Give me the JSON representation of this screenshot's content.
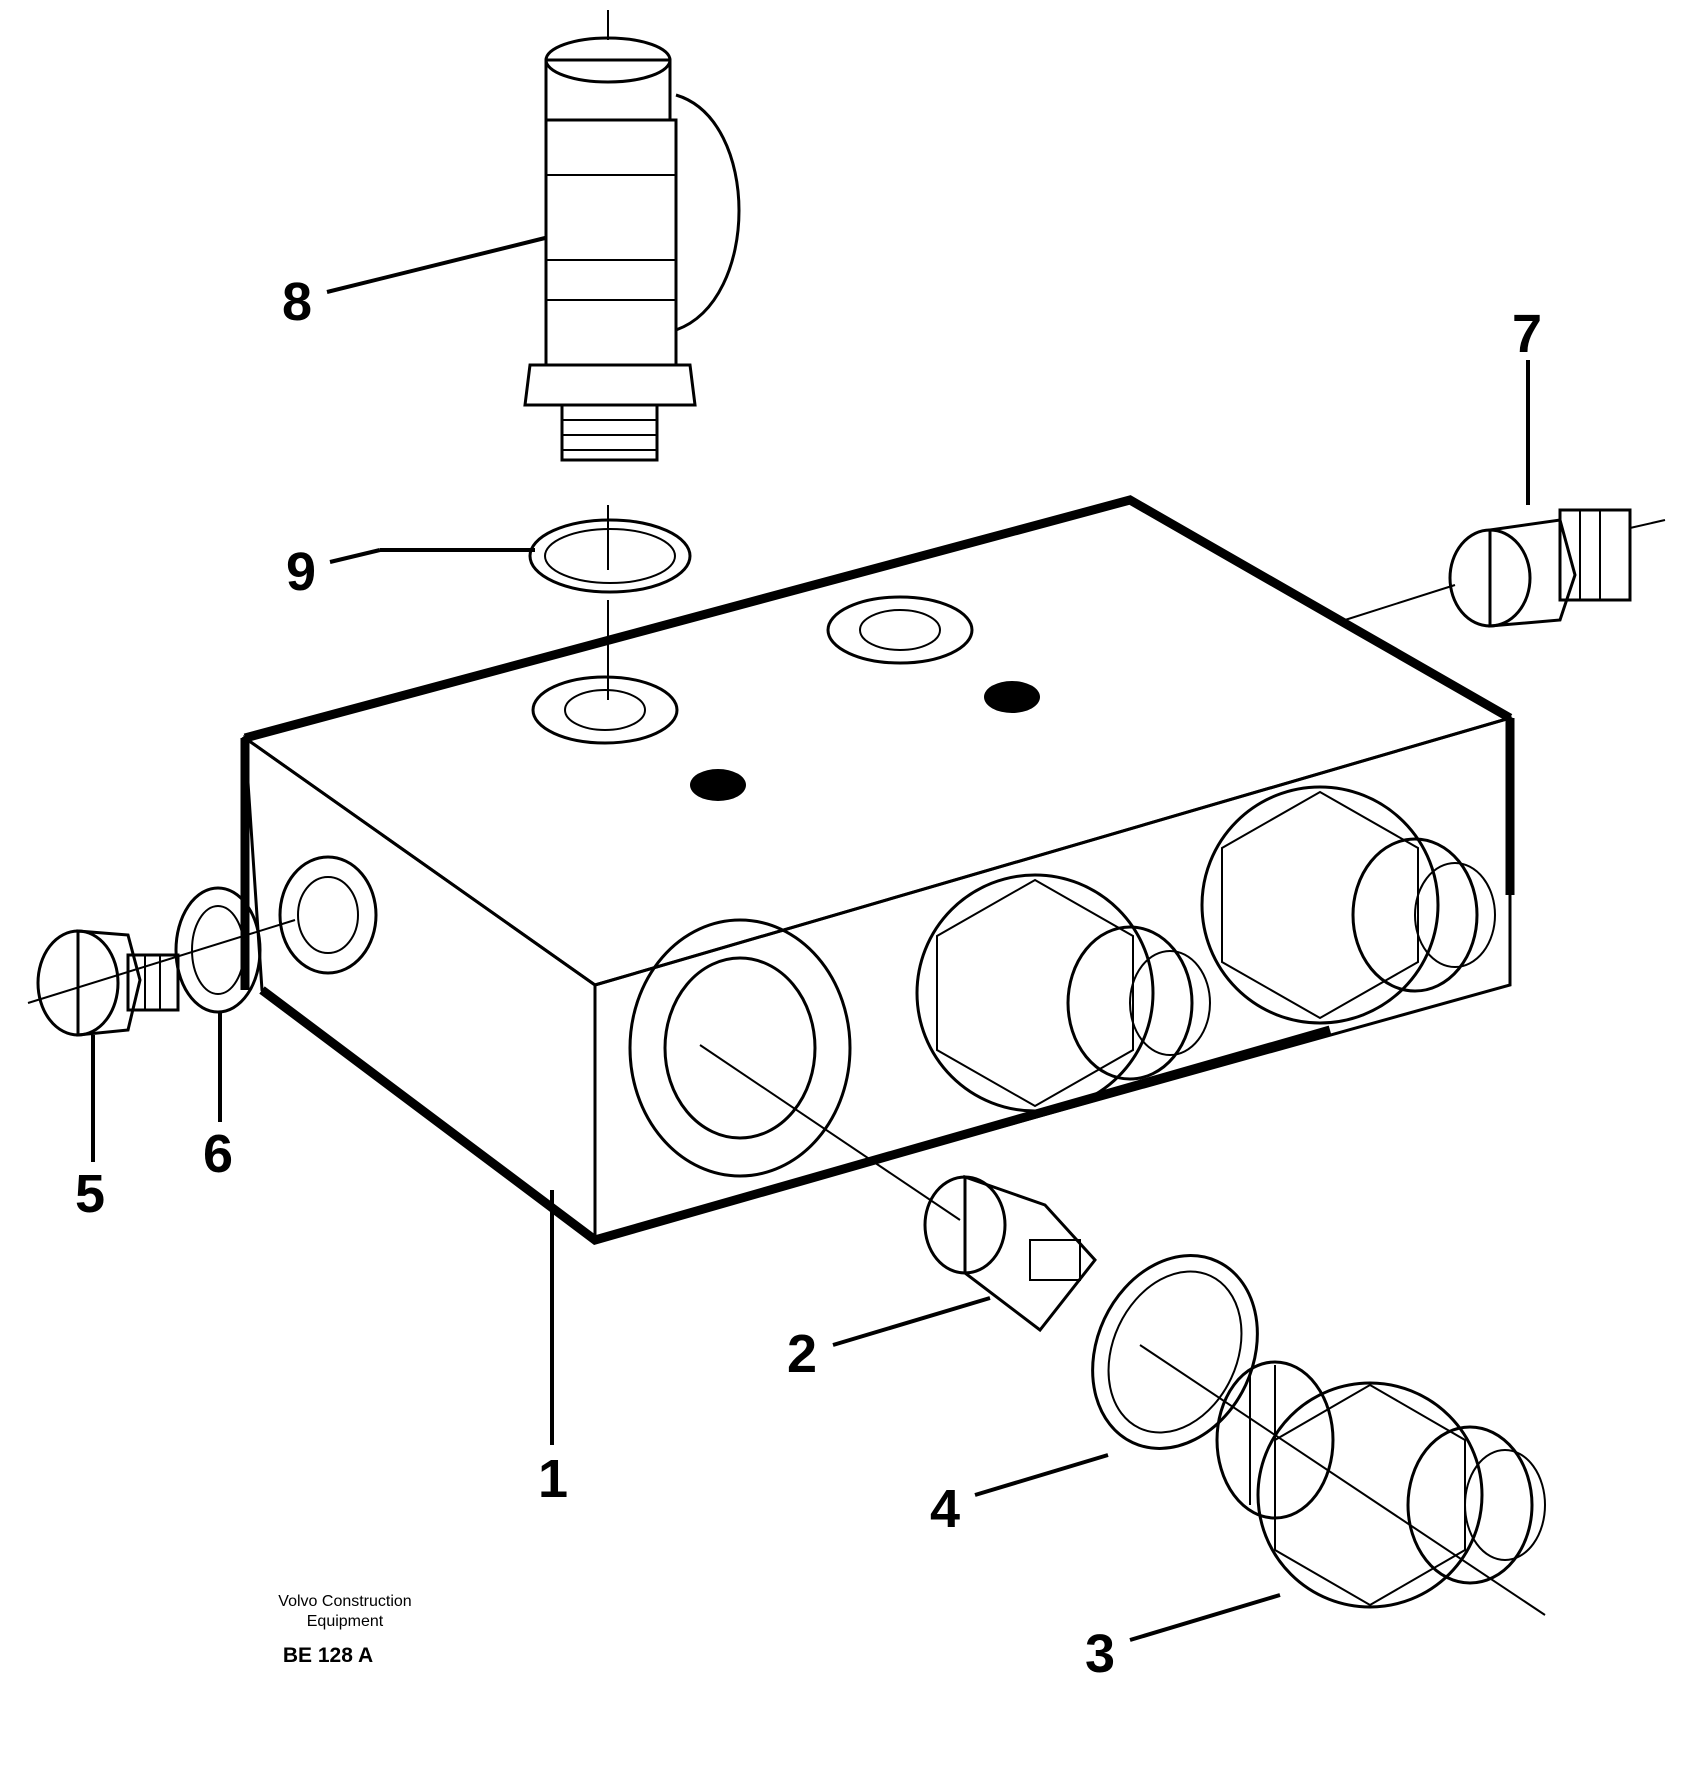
{
  "callouts": {
    "c1": "1",
    "c2": "2",
    "c3": "3",
    "c4": "4",
    "c5": "5",
    "c6": "6",
    "c7": "7",
    "c8": "8",
    "c9": "9"
  },
  "footer": {
    "company_line1": "Volvo Construction",
    "company_line2": "Equipment",
    "code": "BE 128 A"
  }
}
